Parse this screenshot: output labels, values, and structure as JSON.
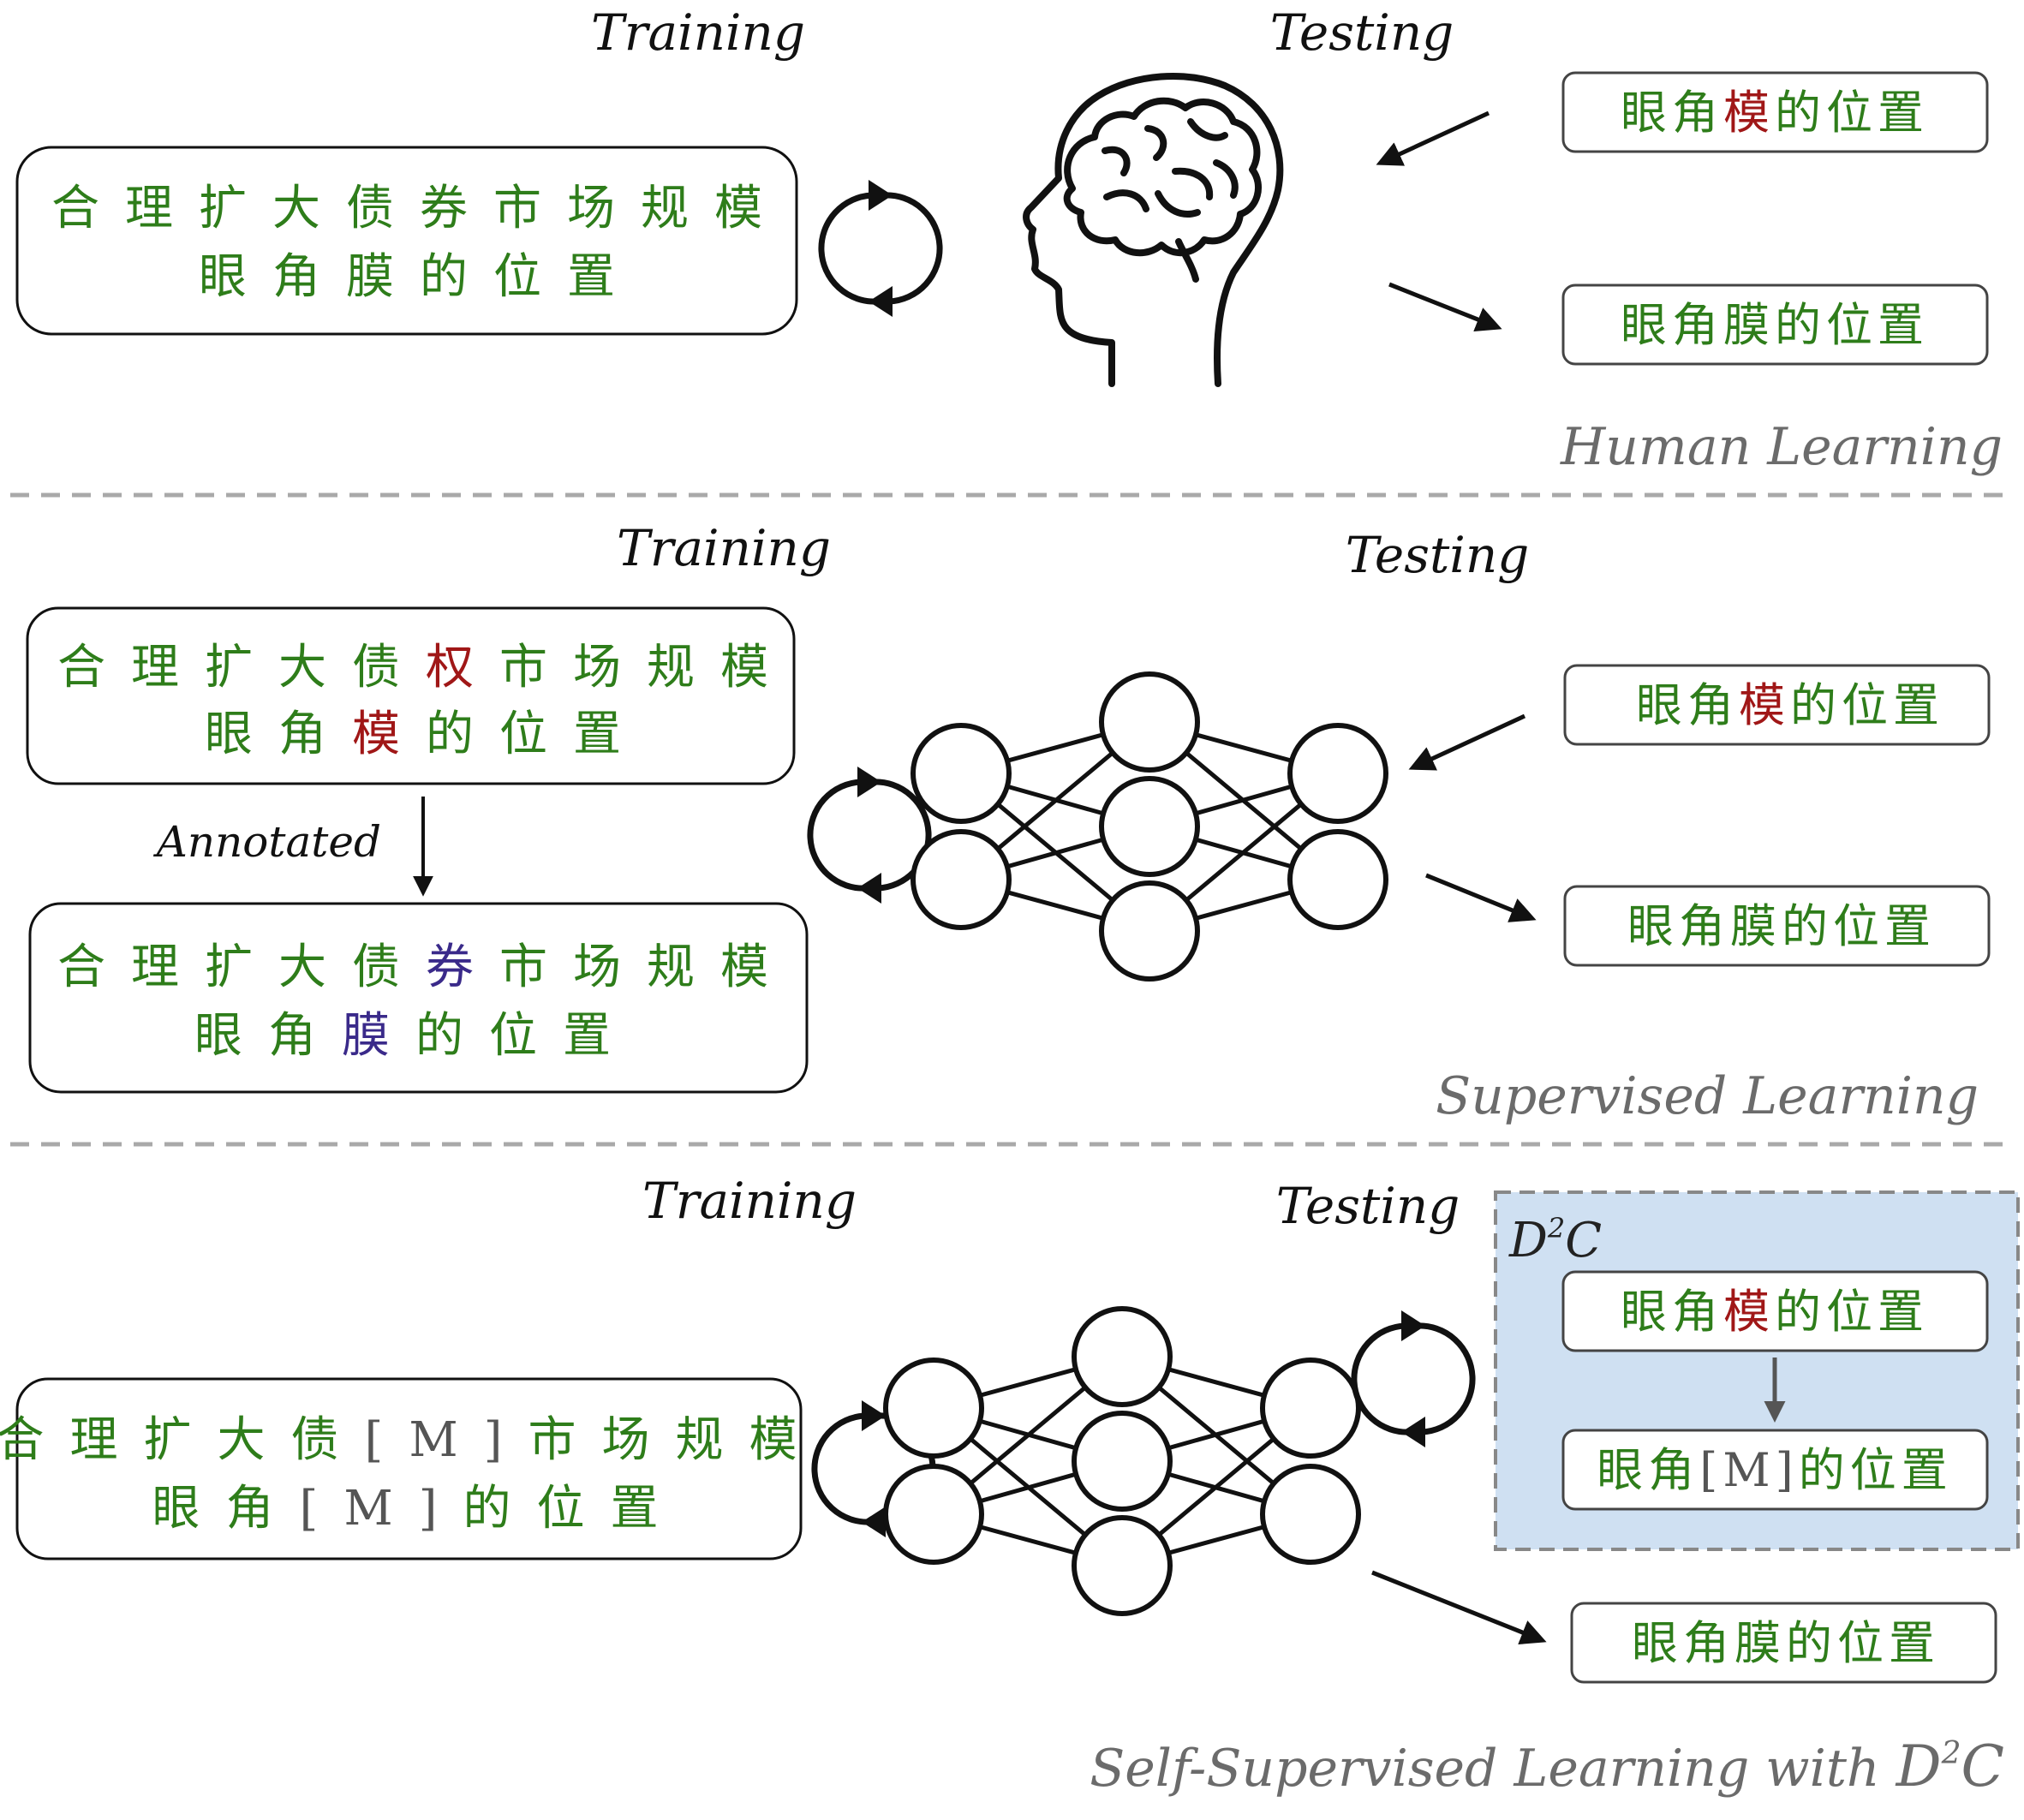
{
  "colors": {
    "text_green": "#2e7d1a",
    "text_red": "#a01717",
    "text_purple": "#3a2a8a",
    "mask_grey": "#555555",
    "section_title": "#6b6b6b",
    "d2c_fill": "#cfe0f2",
    "divider": "#a9a9a9"
  },
  "human": {
    "training_label": "Training",
    "testing_label": "Testing",
    "train_line1": "合理扩大债券市场规模",
    "train_line2": "眼角膜的位置",
    "icon": "head-brain-icon",
    "input": {
      "pre": "眼角",
      "err": "模",
      "post": "的位置"
    },
    "output": "眼角膜的位置",
    "title": "Human Learning"
  },
  "supervised": {
    "training_label": "Training",
    "testing_label": "Testing",
    "noisy1": {
      "pre": "合理扩大债",
      "err": "权",
      "post": "市场规模"
    },
    "noisy2": {
      "pre": "眼角",
      "err": "模",
      "post": "的位置"
    },
    "annotated_label": "Annotated",
    "clean1": {
      "pre": "合理扩大债",
      "fix": "券",
      "post": "市场规模"
    },
    "clean2": {
      "pre": "眼角",
      "fix": "膜",
      "post": "的位置"
    },
    "icon": "neural-network-icon",
    "input": {
      "pre": "眼角",
      "err": "模",
      "post": "的位置"
    },
    "output": "眼角膜的位置",
    "title": "Supervised Learning"
  },
  "selfsup": {
    "training_label": "Training",
    "testing_label": "Testing",
    "masked1": {
      "pre": "合理扩大债",
      "mask": "[M]",
      "post": "市场规模"
    },
    "masked2": {
      "pre": "眼角",
      "mask": "[M]",
      "post": "的位置"
    },
    "icon": "neural-network-icon",
    "d2c_label": {
      "base": "D",
      "sup": "2",
      "tail": "C"
    },
    "d2c_input": {
      "pre": "眼角",
      "err": "模",
      "post": "的位置"
    },
    "d2c_masked": {
      "pre": "眼角",
      "mask": "[M]",
      "post": "的位置"
    },
    "output": "眼角膜的位置",
    "title_prefix": "Self-Supervised Learning with ",
    "title_math": {
      "base": "D",
      "sup": "2",
      "tail": "C"
    }
  }
}
